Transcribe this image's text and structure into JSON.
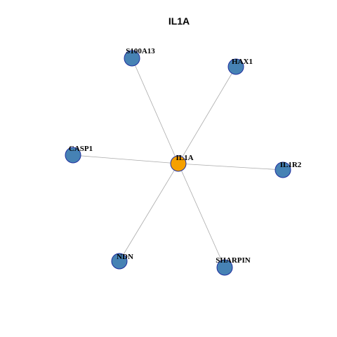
{
  "graph": {
    "title": "IL1A",
    "colors": {
      "hub_fill": "#f5a000",
      "neighbor_fill": "#4682b4",
      "node_border": "#1f2f9e",
      "edge": "#aaaaaa"
    },
    "center": {
      "id": "il1a",
      "label": "IL1A"
    },
    "neighbors": [
      {
        "id": "s100a13",
        "label": "S100A13"
      },
      {
        "id": "hax1",
        "label": "HAX1"
      },
      {
        "id": "casp1",
        "label": "CASP1"
      },
      {
        "id": "il1r2",
        "label": "IL1R2"
      },
      {
        "id": "ndn",
        "label": "NDN"
      },
      {
        "id": "sharpin",
        "label": "SHARPIN"
      }
    ]
  }
}
